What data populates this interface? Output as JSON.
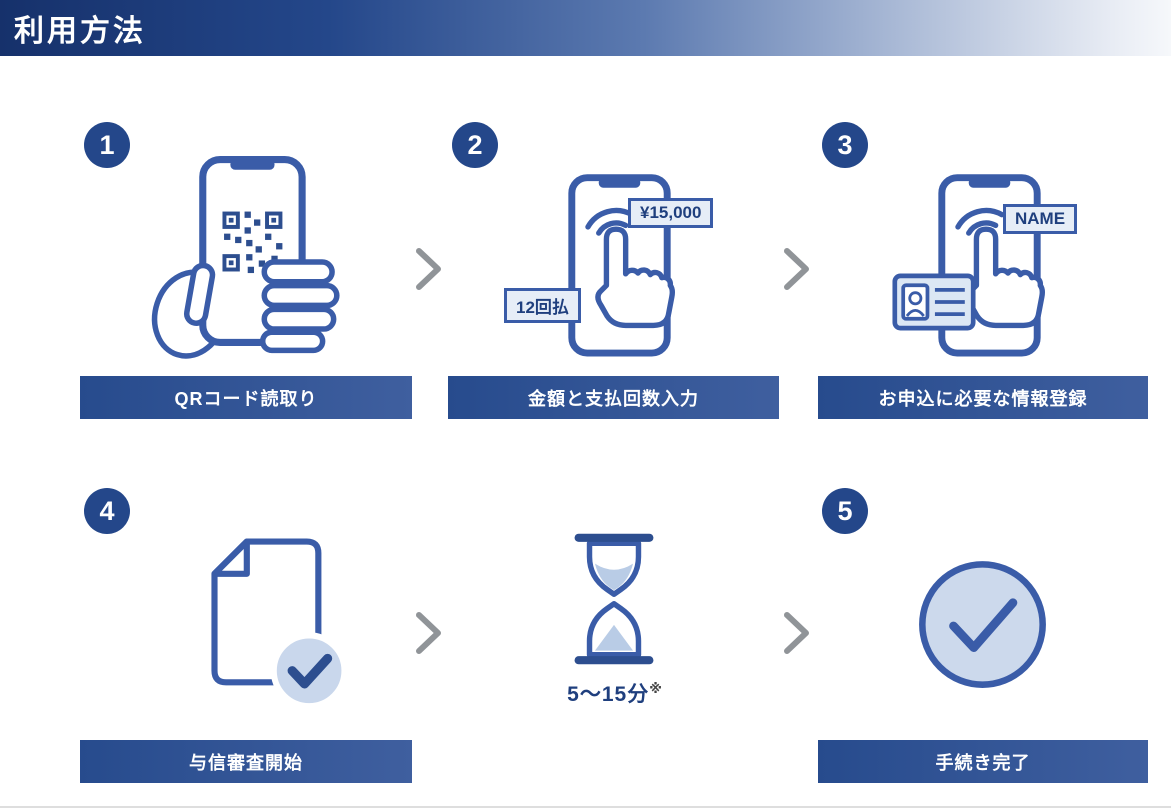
{
  "header": {
    "title": "利用方法"
  },
  "steps": [
    {
      "number": "1",
      "label": "QRコード読取り",
      "icon": "qr-scan-phone-icon"
    },
    {
      "number": "2",
      "label": "金額と支払回数入力",
      "icon": "amount-input-phone-icon",
      "amount_tag": "¥15,000",
      "installment_tag": "12回払"
    },
    {
      "number": "3",
      "label": "お申込に必要な情報登録",
      "icon": "info-registration-phone-icon",
      "name_tag": "NAME"
    },
    {
      "number": "4",
      "label": "与信審査開始",
      "icon": "document-check-icon"
    },
    {
      "number": "5",
      "label": "手続き完了",
      "icon": "completion-check-icon"
    }
  ],
  "wait_time": {
    "duration": "5～15分",
    "note_mark": "※",
    "icon": "hourglass-icon"
  },
  "colors": {
    "primary_dark": "#24478a",
    "icon_stroke": "#3a5ca8",
    "light_fill": "#ccd9ec",
    "tag_fill": "#e6edf7",
    "chevron": "#909498"
  }
}
